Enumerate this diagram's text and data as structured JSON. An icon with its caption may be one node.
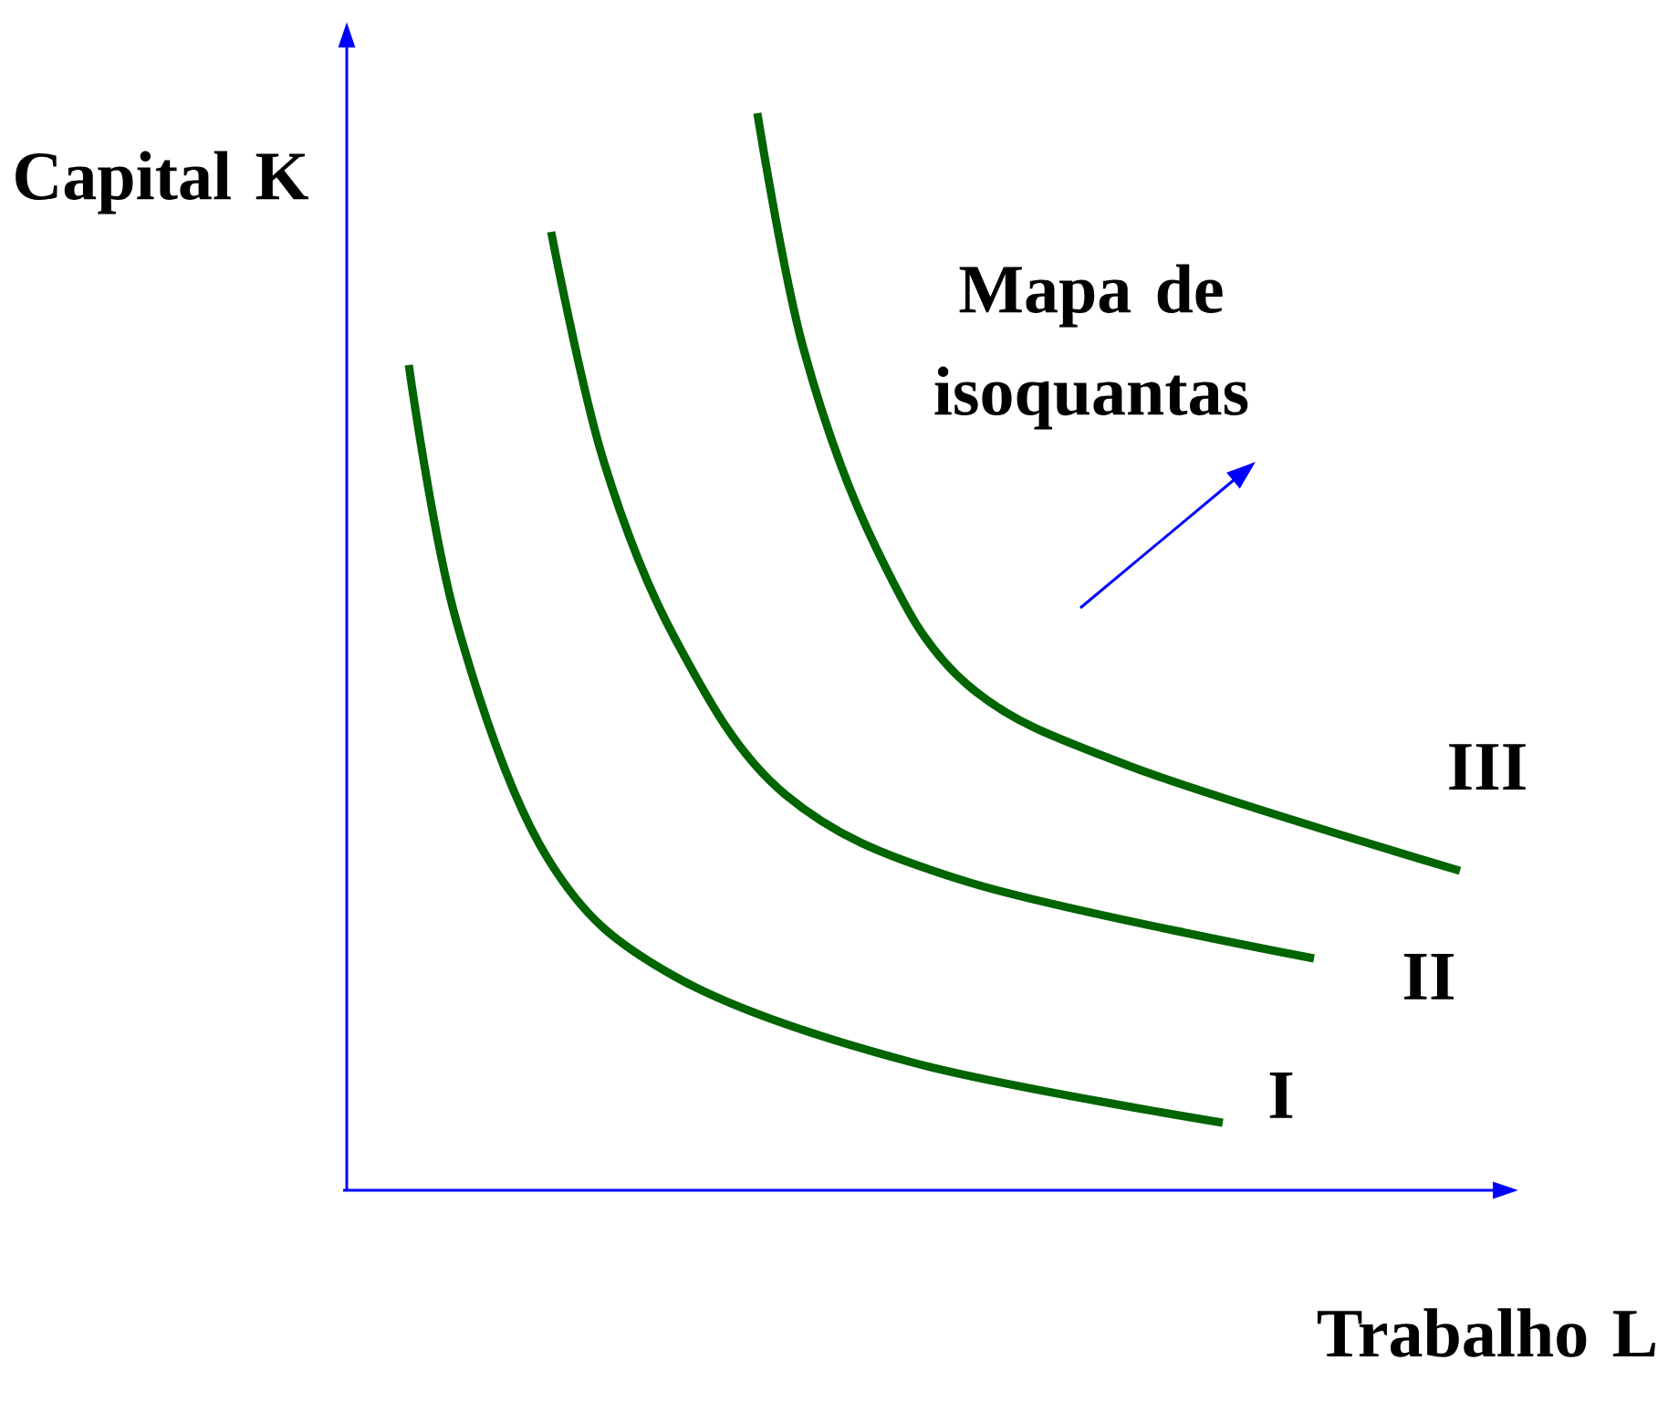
{
  "diagram": {
    "labels": [
      "Capital K",
      "Mapa de isoquantas",
      "III",
      "II",
      "I",
      "Trabalho L"
    ]
  }
}
